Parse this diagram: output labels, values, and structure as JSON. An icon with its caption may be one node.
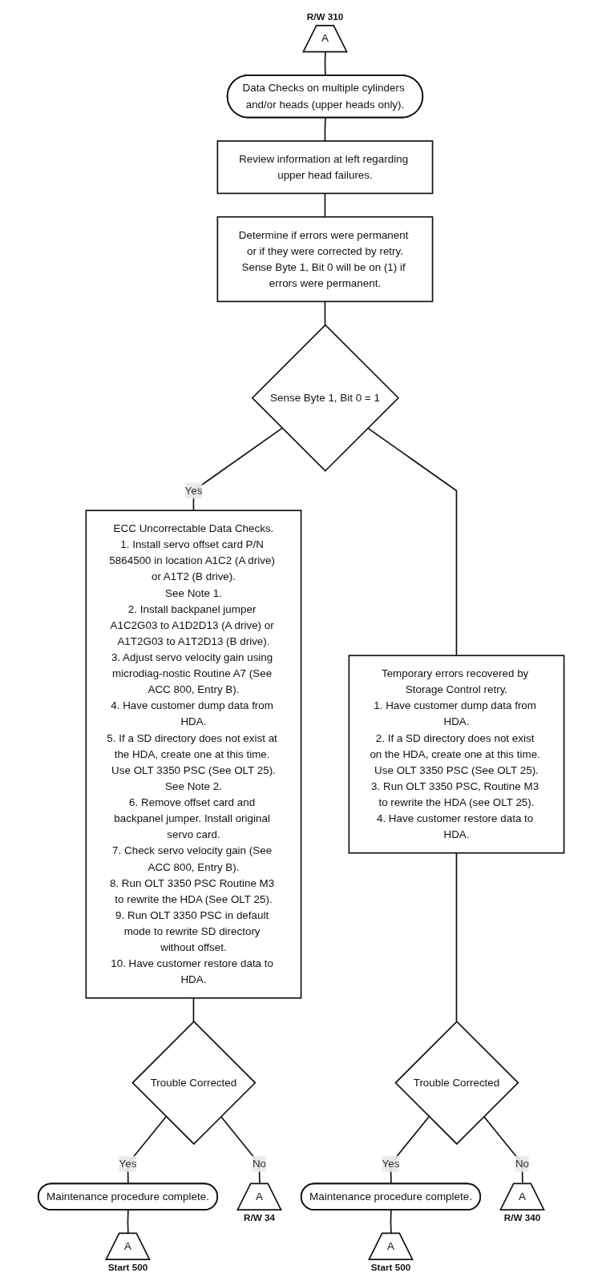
{
  "diagram": {
    "nodes": [
      {
        "text": [
          "A"
        ],
        "beside": [
          "R/W 310"
        ]
      },
      {
        "text": [
          "Data Checks on multiple cylinders and/or heads (upper heads only)."
        ]
      },
      {
        "text": [
          "Review information at left regarding upper head failures."
        ]
      },
      {
        "text": [
          "Determine if errors were permanent or if they were corrected by retry.",
          "Sense Byte 1, Bit 0 will be on (1) if errors were permanent."
        ]
      },
      {
        "text": [
          "Sense Byte 1, Bit 0 = 1"
        ]
      },
      {
        "text": [
          "Temporary errors recovered by Storage Control retry.",
          "1. Have customer dump data from HDA.",
          "2. If a SD directory does not exist on the HDA, create one at this time. Use OLT 3350 PSC (See OLT 25).",
          "3. Run OLT 3350 PSC, Routine M3 to rewrite the HDA (see OLT 25).",
          "4. Have customer restore data to HDA."
        ]
      },
      {
        "text": [
          "ECC Uncorrectable Data Checks.",
          "1. Install servo offset card P/N 5864500 in location A1C2 (A drive) or A1T2 (B drive).",
          "See Note 1.",
          "2. Install backpanel jumper A1C2G03 to A1D2D13 (A drive) or A1T2G03 to A1T2D13 (B drive).",
          "3. Adjust servo velocity gain using microdiag-nostic Routine A7 (See ACC 800, Entry B).",
          "4. Have customer dump data from HDA.",
          "5. If a SD directory does not exist at the HDA, create one at this time. Use OLT 3350 PSC (See OLT 25).",
          "See Note 2.",
          "6. Remove offset card and backpanel jumper. Install original servo card.",
          "7. Check servo velocity gain (See ACC 800, Entry B).",
          "8. Run OLT 3350 PSC Routine M3 to rewrite the HDA (See OLT 25).",
          "9. Run OLT 3350 PSC in default mode to rewrite SD directory without offset.",
          "10. Have customer restore data to HDA."
        ]
      },
      {
        "text": [
          "Trouble Corrected"
        ]
      },
      {
        "text": [
          "Maintenance procedure complete."
        ]
      },
      {
        "text": [
          "A"
        ],
        "beside": [
          "Start 500"
        ]
      },
      {
        "text": [
          "A"
        ],
        "beside": [
          "R/W 340"
        ]
      },
      {
        "text": [
          "Trouble Corrected"
        ]
      },
      {
        "text": [
          "Maintenance procedure complete."
        ]
      },
      {
        "text": [
          "A"
        ],
        "beside": [
          "Start 500"
        ]
      },
      {
        "text": [
          "A"
        ],
        "beside": [
          "R/W 34"
        ]
      }
    ],
    "edges": [
      {
        "from": 0,
        "to": 1,
        "arrow": "none"
      },
      {
        "from": 1,
        "to": 2,
        "arrow": "none"
      },
      {
        "from": 2,
        "to": 3,
        "arrow": "none"
      },
      {
        "from": 3,
        "to": 4,
        "arrow": "none"
      },
      {
        "from": 4,
        "to": 6,
        "label": "Yes",
        "arrow": "none"
      },
      {
        "from": 4,
        "to": 5,
        "arrow": "none"
      },
      {
        "from": 5,
        "to": 7,
        "arrow": "none"
      },
      {
        "from": 7,
        "to": 8,
        "label": "Yes",
        "arrow": "none"
      },
      {
        "from": 7,
        "to": 10,
        "label": "No",
        "arrow": "none"
      },
      {
        "from": 8,
        "to": 9,
        "arrow": "none"
      },
      {
        "from": 6,
        "to": 11,
        "arrow": "none"
      },
      {
        "from": 11,
        "to": 12,
        "label": "Yes",
        "arrow": "none"
      },
      {
        "from": 11,
        "to": 14,
        "label": "No",
        "arrow": "none"
      },
      {
        "from": 12,
        "to": 13,
        "arrow": "none"
      }
    ]
  }
}
